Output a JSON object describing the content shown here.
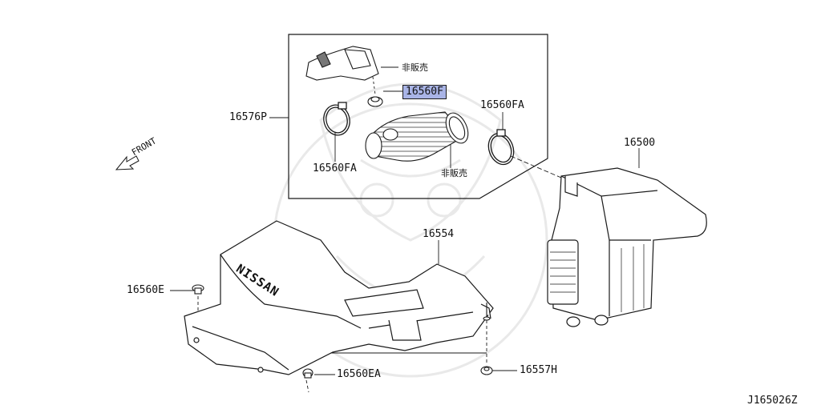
{
  "diagram_code": "J165026Z",
  "front_label": "FRONT",
  "brand_text": "NISSAN",
  "parts": {
    "p16576P": "16576P",
    "p16560F": "16560F",
    "p16560FA_right": "16560FA",
    "p16560FA_left": "16560FA",
    "p16500": "16500",
    "p16554": "16554",
    "p16560E": "16560E",
    "p16560EA": "16560EA",
    "p16557H": "16557H"
  },
  "not_for_sale_1": "非販売",
  "not_for_sale_2": "非販売",
  "colors": {
    "highlight": "#a9b4e6",
    "ink": "#1a1a1a",
    "watermark": "#e6e6e6"
  }
}
